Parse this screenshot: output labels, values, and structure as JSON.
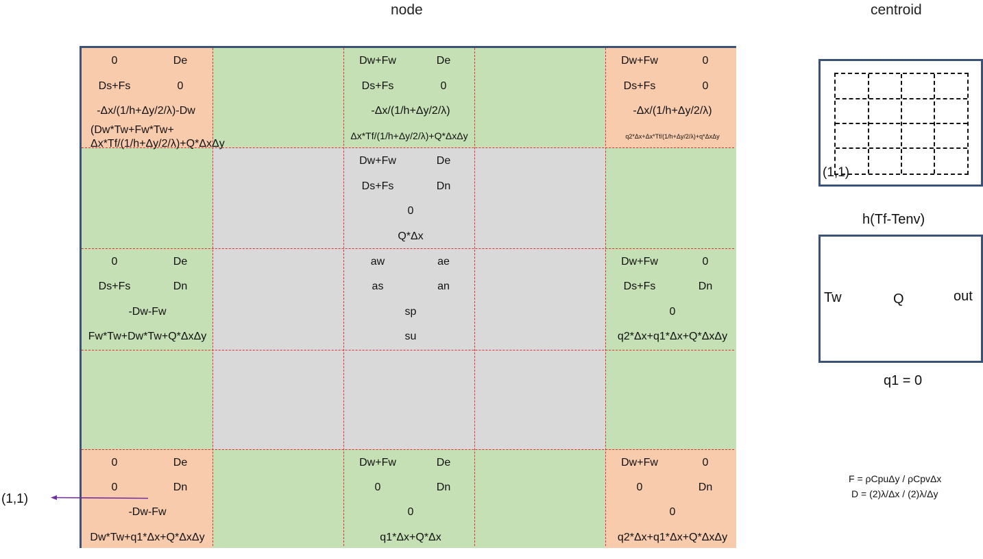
{
  "titles": {
    "node": "node",
    "centroid": "centroid"
  },
  "cells": {
    "top_left": {
      "aw": "0",
      "ae": "De",
      "as": "Ds+Fs",
      "an": "0",
      "sp": "-Δx/(1/h+Δy/2/λ)-Dw",
      "su_line1": "(Dw*Tw+Fw*Tw+",
      "su_line2": "Δx*Tf/(1/h+Δy/2/λ)+Q*ΔxΔy"
    },
    "top_mid": {
      "aw": "Dw+Fw",
      "ae": "De",
      "as": "Ds+Fs",
      "an": "0",
      "sp": "-Δx/(1/h+Δy/2/λ)",
      "su": "Δx*Tf/(1/h+Δy/2/λ)+Q*ΔxΔy"
    },
    "top_right": {
      "aw": "Dw+Fw",
      "ae": "0",
      "as": "Ds+Fs",
      "an": "0",
      "sp": "-Δx/(1/h+Δy/2/λ)",
      "su": "q2*Δx+Δx*Tf/(1/h+Δy/2/λ)+q*ΔxΔy"
    },
    "row2_mid": {
      "aw": "Dw+Fw",
      "ae": "De",
      "as": "Ds+Fs",
      "an": "Dn",
      "sp": "0",
      "su": "Q*Δx"
    },
    "mid_left": {
      "aw": "0",
      "ae": "De",
      "as": "Ds+Fs",
      "an": "Dn",
      "sp": "-Dw-Fw",
      "su": "Fw*Tw+Dw*Tw+Q*ΔxΔy"
    },
    "center": {
      "aw": "aw",
      "ae": "ae",
      "as": "as",
      "an": "an",
      "sp": "sp",
      "su": "su"
    },
    "mid_right": {
      "aw": "Dw+Fw",
      "ae": "0",
      "as": "Ds+Fs",
      "an": "Dn",
      "sp": "0",
      "su": "q2*Δx+q1*Δx+Q*ΔxΔy"
    },
    "bot_left": {
      "aw": "0",
      "ae": "De",
      "as": "0",
      "an": "Dn",
      "sp": "-Dw-Fw",
      "su": "Dw*Tw+q1*Δx+Q*ΔxΔy"
    },
    "bot_mid": {
      "aw": "Dw+Fw",
      "ae": "De",
      "as": "0",
      "an": "Dn",
      "sp": "0",
      "su": "q1*Δx+Q*Δx"
    },
    "bot_right": {
      "aw": "Dw+Fw",
      "ae": "0",
      "as": "0",
      "an": "Dn",
      "sp": "0",
      "su": "q2*Δx+q1*Δx+Q*ΔxΔy"
    }
  },
  "origin_label": "(1,1)",
  "centroid_origin": "(1,1)",
  "boundary": {
    "top": "h(Tf-Tenv)",
    "left": "Tw",
    "center": "Q",
    "right": "out",
    "bottom": "q1 = 0"
  },
  "definitions": {
    "F": "F = ρCpuΔy / ρCpvΔx",
    "D": "D = (2)λ/Δx / (2)λ/Δy"
  },
  "colors": {
    "boundary_corner": "#f8cbad",
    "boundary_edge": "#c5e0b4",
    "interior": "#d9d9d9",
    "grid_line": "#e03030",
    "frame": "#3a5277",
    "arrow": "#7030a0"
  }
}
